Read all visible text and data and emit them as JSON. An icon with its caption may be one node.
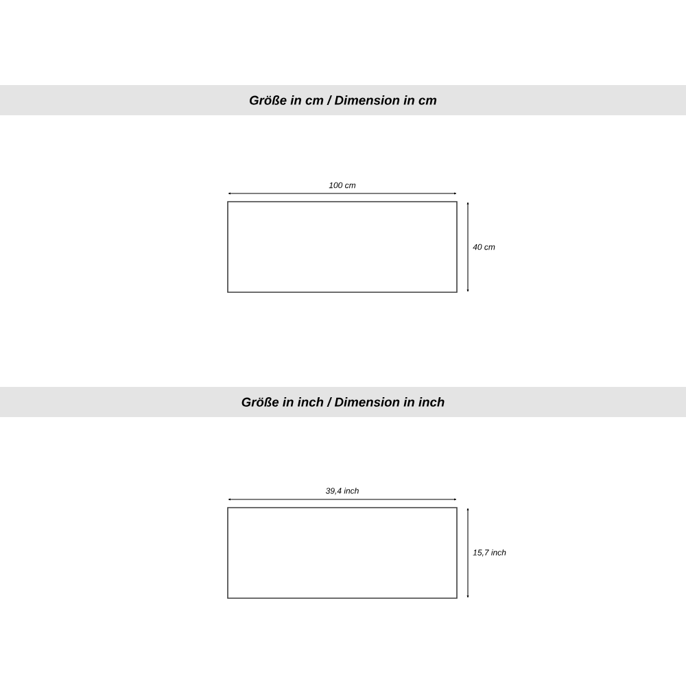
{
  "diagram": {
    "nodes": [
      {
        "text": [
          "Größe in cm / Dimension in cm"
        ]
      },
      {
        "text": [],
        "shape": "box"
      },
      {
        "text": [
          "Größe in inch / Dimension in inch"
        ]
      },
      {
        "text": [],
        "shape": "box"
      }
    ],
    "labels": [
      "100 cm",
      "40 cm",
      "39,4 inch",
      "15,7 inch"
    ]
  }
}
